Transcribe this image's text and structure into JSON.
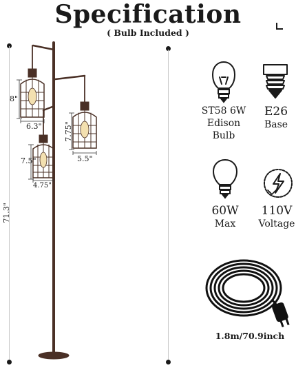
{
  "header": {
    "title": "Specification",
    "subtitle": "( Bulb Included )"
  },
  "dimensions": {
    "total_height": "71.3\"",
    "top_shade_height": "8\"",
    "top_shade_width": "6.3\"",
    "right_shade_height": "7.75\"",
    "right_shade_width": "5.5\"",
    "low_shade_height": "7.5\"",
    "low_shade_width": "4.75\""
  },
  "specs": [
    {
      "icon": "edison-bulb-icon",
      "lines": [
        "ST58 6W",
        "Edison",
        "Bulb"
      ]
    },
    {
      "icon": "e26-base-icon",
      "lines": [
        "E26",
        "Base"
      ]
    },
    {
      "icon": "led-bulb-icon",
      "lines": [
        "60W",
        "Max"
      ]
    },
    {
      "icon": "voltage-icon",
      "lines": [
        "110V",
        "Voltage"
      ]
    }
  ],
  "cord": {
    "length": "1.8m/70.9inch",
    "icon": "power-cord-icon"
  },
  "colors": {
    "lamp_metal": "#4a3026",
    "text": "#1a1a1a",
    "dim_line": "#bbbbbb"
  }
}
